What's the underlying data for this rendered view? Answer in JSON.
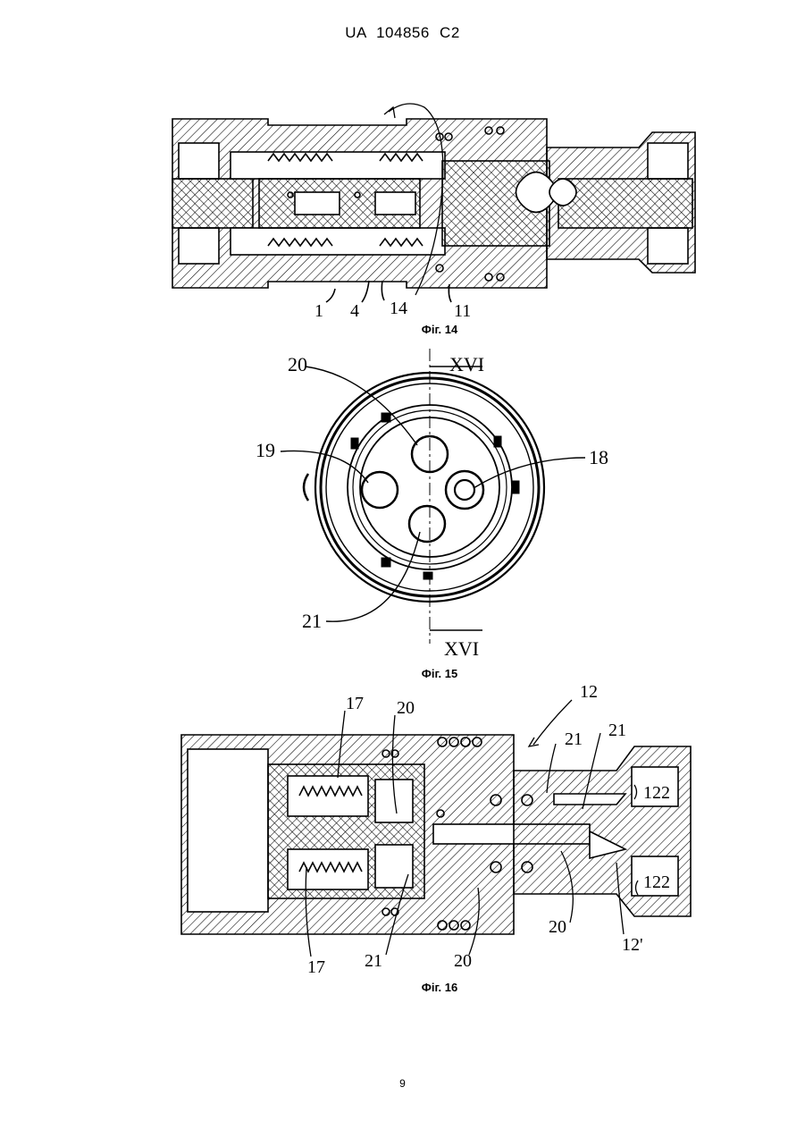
{
  "header": {
    "text": "UA   104856   C2"
  },
  "figures": [
    {
      "caption": "Фіг. 14",
      "labels": [
        "1",
        "4",
        "14",
        "11"
      ]
    },
    {
      "caption": "Фіг. 15",
      "labels": [
        "20",
        "XVI",
        "19",
        "18",
        "21",
        "XVI"
      ]
    },
    {
      "caption": "Фіг. 16",
      "labels": [
        "17",
        "20",
        "12",
        "21",
        "21",
        "122",
        "122",
        "17",
        "21",
        "20",
        "20",
        "12'"
      ]
    }
  ],
  "page_number": "9"
}
